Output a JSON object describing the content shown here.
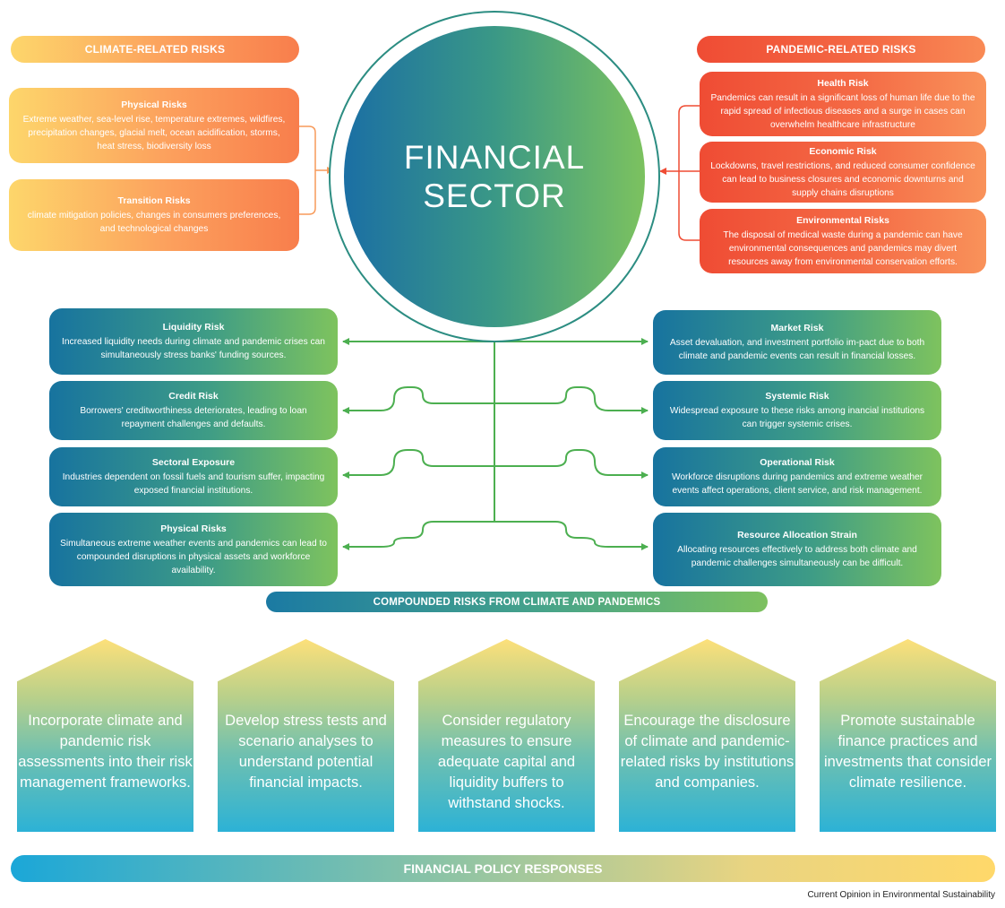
{
  "center": {
    "line1": "FINANCIAL",
    "line2": "SECTOR"
  },
  "climate": {
    "header": "CLIMATE-RELATED RISKS",
    "boxes": [
      {
        "title": "Physical Risks",
        "text": "Extreme weather, sea-level rise, temperature extremes, wildfires, precipitation changes, glacial melt, ocean acidification, storms, heat stress, biodiversity loss"
      },
      {
        "title": "Transition Risks",
        "text": "climate mitigation policies, changes in consumers preferences, and technological changes"
      }
    ]
  },
  "pandemic": {
    "header": "PANDEMIC-RELATED RISKS",
    "boxes": [
      {
        "title": "Health Risk",
        "text": "Pandemics can result in a significant loss of human life due to the rapid spread of infectious diseases and a surge in cases can overwhelm healthcare infrastructure"
      },
      {
        "title": "Economic Risk",
        "text": "Lockdowns, travel restrictions, and reduced consumer confidence can lead to business closures and economic downturns and supply chains disruptions"
      },
      {
        "title": "Environmental Risks",
        "text": "The disposal of medical waste during a pandemic can have environmental consequences and pandemics may divert resources away from environmental conservation efforts."
      }
    ]
  },
  "compounded": {
    "label": "COMPOUNDED RISKS FROM CLIMATE AND PANDEMICS",
    "left": [
      {
        "title": "Liquidity Risk",
        "text": "Increased liquidity needs during climate and pandemic crises can simultaneously stress banks' funding sources."
      },
      {
        "title": "Credit Risk",
        "text": "Borrowers' creditworthiness deteriorates, leading to loan repayment challenges and defaults."
      },
      {
        "title": "Sectoral Exposure",
        "text": "Industries dependent on fossil fuels and tourism suffer, impacting exposed financial institutions."
      },
      {
        "title": "Physical Risks",
        "text": "Simultaneous extreme weather events and pandemics can lead to compounded disruptions in physical assets and workforce availability."
      }
    ],
    "right": [
      {
        "title": "Market Risk",
        "text": "Asset devaluation, and investment portfolio im-pact due to both climate and pandemic events can result in financial losses."
      },
      {
        "title": "Systemic Risk",
        "text": "Widespread exposure to these risks among inancial institutions can trigger systemic crises."
      },
      {
        "title": "Operational Risk",
        "text": "Workforce disruptions during pandemics and extreme weather events affect operations, client service, and risk management."
      },
      {
        "title": "Resource Allocation Strain",
        "text": "Allocating resources effectively to address both climate and pandemic challenges simultaneously can be difficult."
      }
    ]
  },
  "responses": {
    "label": "FINANCIAL POLICY RESPONSES",
    "items": [
      "Incorporate climate and pandemic risk assessments into their risk management frameworks.",
      "Develop stress tests and scenario analyses to understand potential financial impacts.",
      "Consider regulatory measures to ensure adequate capital and liquidity buffers to withstand shocks.",
      "Encourage the disclosure of climate and pandemic-related risks by institutions and companies.",
      "Promote sustainable finance practices and investments that consider climate resilience."
    ]
  },
  "credit": "Current Opinion in Environmental Sustainability",
  "colors": {
    "climate_orange": "#f9a15a",
    "pandemic_red": "#ef4c34",
    "compound_teal": "#1b7aa3",
    "compound_green": "#7dc15f",
    "response_blue": "#1ba7d8",
    "response_yellow": "#ffd86a"
  }
}
